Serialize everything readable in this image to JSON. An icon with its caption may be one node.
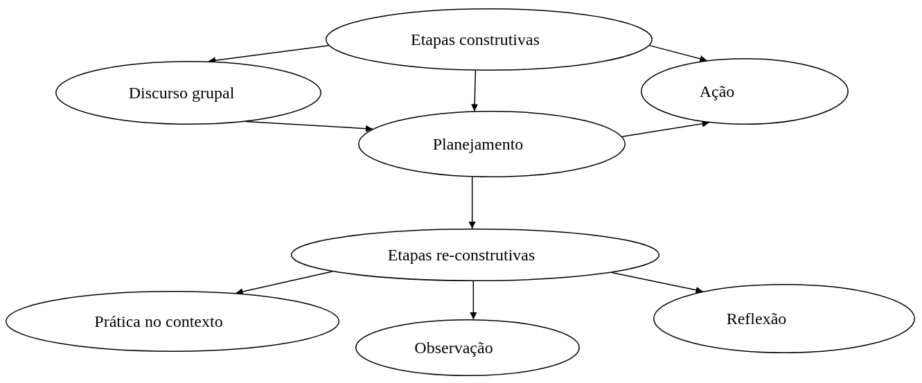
{
  "diagram": {
    "nodes": [
      {
        "text": [
          "Etapas construtivas"
        ]
      },
      {
        "text": [
          "Discurso grupal"
        ]
      },
      {
        "text": [
          "Ação"
        ]
      },
      {
        "text": [
          "Planejamento"
        ]
      },
      {
        "text": [
          "Etapas re-construtivas"
        ]
      },
      {
        "text": [
          "Prática no contexto"
        ]
      },
      {
        "text": [
          "Observação"
        ]
      },
      {
        "text": [
          "Reflexão"
        ]
      }
    ],
    "edges": [
      {
        "from": 0,
        "to": 1,
        "arrow": "to"
      },
      {
        "from": 0,
        "to": 2,
        "arrow": "to"
      },
      {
        "from": 0,
        "to": 3,
        "arrow": "to"
      },
      {
        "from": 1,
        "to": 3,
        "arrow": "to"
      },
      {
        "from": 3,
        "to": 2,
        "arrow": "to"
      },
      {
        "from": 3,
        "to": 4,
        "arrow": "to"
      },
      {
        "from": 4,
        "to": 5,
        "arrow": "to"
      },
      {
        "from": 4,
        "to": 6,
        "arrow": "to"
      },
      {
        "from": 4,
        "to": 7,
        "arrow": "to"
      }
    ]
  }
}
